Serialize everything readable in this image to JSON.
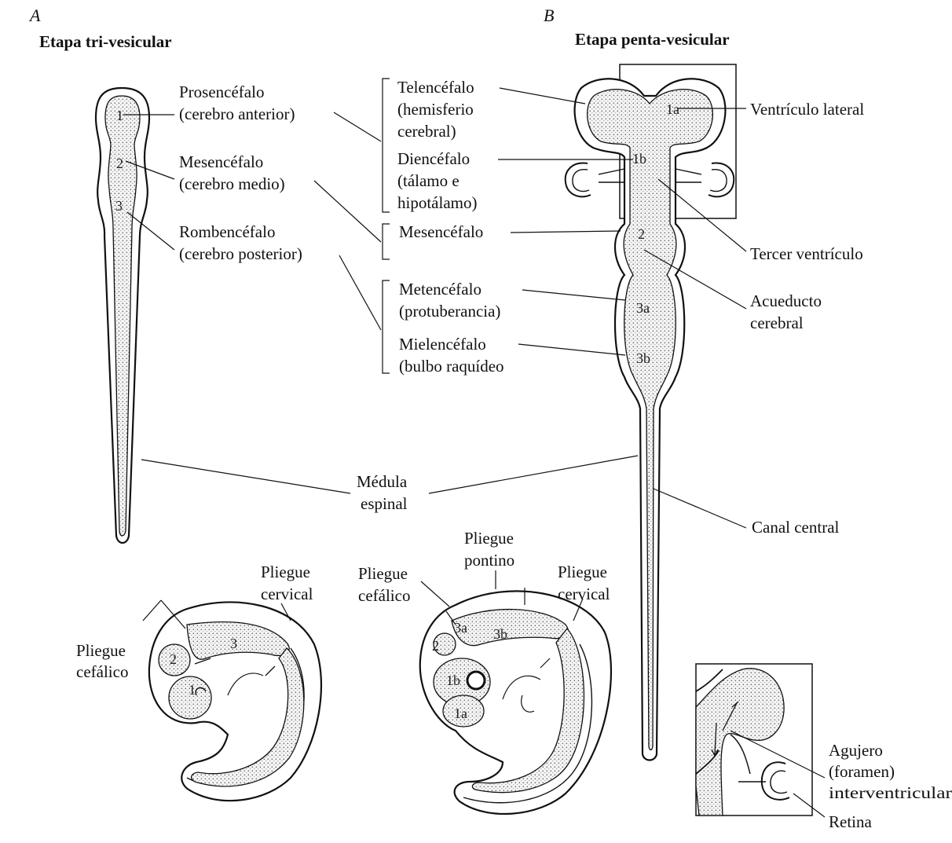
{
  "panels": {
    "a": {
      "letter": "A",
      "title": "Etapa tri-vesicular"
    },
    "b": {
      "letter": "B",
      "title": "Etapa penta-vesicular"
    }
  },
  "tri": {
    "prosencefalo": [
      "Prosencéfalo",
      "(cerebro anterior)"
    ],
    "mesencefalo": [
      "Mesencéfalo",
      "(cerebro medio)"
    ],
    "rombencefalo": [
      "Rombencéfalo",
      "(cerebro posterior)"
    ],
    "nums": [
      "1",
      "2",
      "3"
    ]
  },
  "penta": {
    "telencefalo": [
      "Telencéfalo",
      "(hemisferio",
      "cerebral)"
    ],
    "diencefalo": [
      "Diencéfalo",
      "(tálamo e",
      "hipotálamo)"
    ],
    "mesencefalo": "Mesencéfalo",
    "metencefalo": [
      "Metencéfalo",
      "(protuberancia)"
    ],
    "mielencefalo": [
      "Mielencéfalo",
      "(bulbo raquídeo"
    ],
    "ventriculo_lateral": "Ventrículo lateral",
    "tercer_ventriculo": "Tercer ventrículo",
    "acueducto": [
      "Acueducto",
      "cerebral"
    ],
    "canal_central": "Canal central",
    "nums": [
      "1a",
      "1b",
      "2",
      "3a",
      "3b"
    ]
  },
  "shared": {
    "medula": [
      "Médula",
      "espinal"
    ]
  },
  "embryo_a": {
    "pliegue_cervical": [
      "Pliegue",
      "cervical"
    ],
    "pliegue_cefalico": [
      "Pliegue",
      "cefálico"
    ],
    "nums": [
      "1",
      "2",
      "3"
    ]
  },
  "embryo_b": {
    "pliegue_pontino": [
      "Pliegue",
      "pontino"
    ],
    "pliegue_cefalico": [
      "Pliegue",
      "cefálico"
    ],
    "pliegue_cervical": [
      "Pliegue",
      "cervical"
    ],
    "nums": [
      "1a",
      "1b",
      "2",
      "3a",
      "3b"
    ]
  },
  "inset": {
    "agujero": [
      "Agujero",
      "(foramen)",
      "interventricular"
    ],
    "retina": "Retina"
  }
}
